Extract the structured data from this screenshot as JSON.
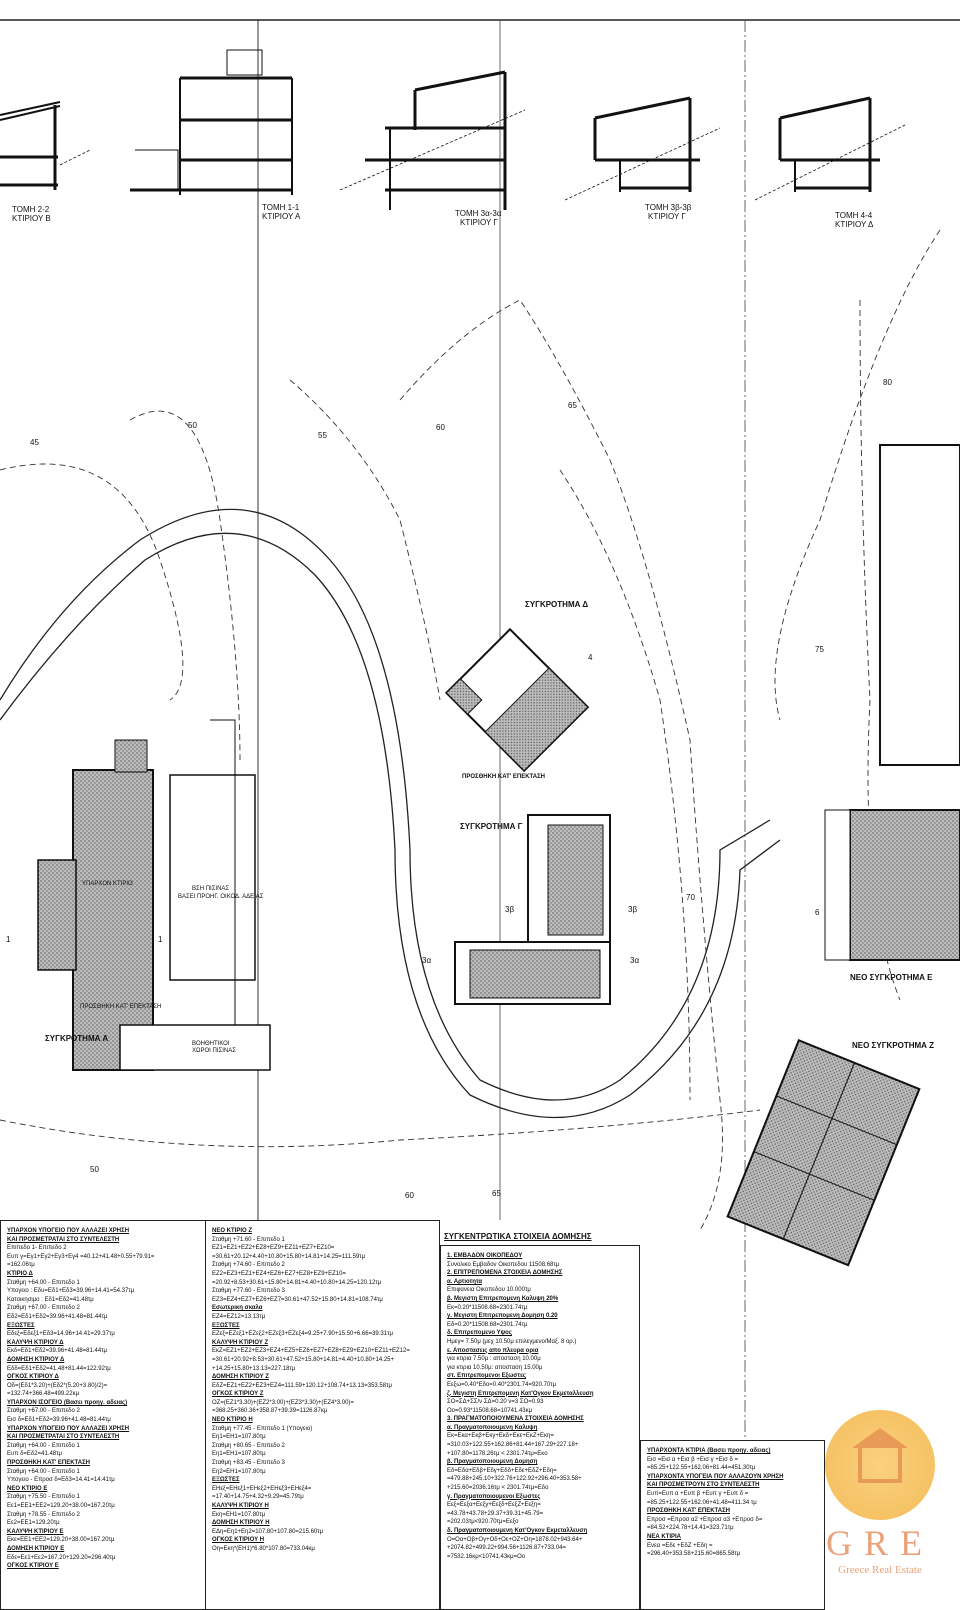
{
  "sections": [
    {
      "title": "ΤΟΜΗ 2-2",
      "sub": "ΚΤΙΡΙΟΥ Β"
    },
    {
      "title": "ΤΟΜΗ 1-1",
      "sub": "ΚΤΙΡΙΟΥ Α"
    },
    {
      "title": "ΤΟΜΗ 3α-3α",
      "sub": "ΚΤΙΡΙΟΥ Γ"
    },
    {
      "title": "ΤΟΜΗ 3β-3β",
      "sub": "ΚΤΙΡΙΟΥ Γ"
    },
    {
      "title": "ΤΟΜΗ 4-4",
      "sub": "ΚΤΙΡΙΟΥ Δ"
    }
  ],
  "plan": {
    "complex_d": "ΣΥΓΚΡΟΤΗΜΑ Δ",
    "complex_g": "ΣΥΓΚΡΟΤΗΜΑ Γ",
    "complex_a": "ΣΥΓΚΡΟΤΗΜΑ Α",
    "complex_e": "ΝΕΟ ΣΥΓΚΡΟΤΗΜΑ Ε",
    "complex_z": "ΝΕΟ ΣΥΓΚΡΟΤΗΜΑ Ζ",
    "pool": "ΒΣΗ ΠΙΣΙΝΑΣ",
    "pool_sub": "ΒΑΣΕΙ ΠΡΟΗΓ. ΟΙΚΟΔ. ΑΔΕΙΑΣ",
    "pool_aux": "ΒΟΗΘΗΤΙΚΟΙ",
    "pool_aux_sub": "ΧΩΡΟΙ ΠΙΣΙΝΑΣ",
    "addition_d": "ΠΡΟΣΘΗΚΗ ΚΑΤ' ΕΠΕΚΤΑΣΗ",
    "addition_a": "ΠΡΟΣΘΗΚΗ ΚΑΤ' ΕΠΕΚΤΑΣΗ",
    "existing_a": "ΥΠΑΡΧΟΝ ΚΤΙΡΙΟ",
    "contours": [
      "45",
      "50",
      "55",
      "60",
      "65",
      "70",
      "75",
      "80"
    ],
    "marks": [
      "1",
      "1",
      "3α",
      "3α",
      "3β",
      "3β",
      "4",
      "6"
    ]
  },
  "left_table": {
    "col1": [
      {
        "h": "ΥΠΑΡΧΟΝ ΥΠΟΓΕΙΟ ΠΟΥ ΑΛΛΑΖΕΙ ΧΡΗΣΗ"
      },
      {
        "h": "ΚΑΙ ΠΡΟΣΜΕΤΡΑΤΑΙ ΣΤΟ ΣΥΝΤΕΛΕΣΤΗ"
      },
      {
        "t": "Επιπεδο 1- Επιπεδο 2"
      },
      {
        "t": "Ευπ γ=Εγ1+Εγ2+Εγ3+Εγ4 =40.12+41.48+0.55+79.91="
      },
      {
        "t": "=162.06τμ"
      },
      {
        "h": "ΚΤΙΡΙΟ Δ"
      },
      {
        "t": "Σταθμη +64.00 - Επιπεδο 1"
      },
      {
        "t": "Υπογειο : Εδυ=Εδ1+Εδ3=39.96+14.41=54.37τμ"
      },
      {
        "t": "Κατοικησιμο : Εδ1=Εδ2=41.48τμ"
      },
      {
        "t": "Σταθμη +67.00 - Επιπεδο 2"
      },
      {
        "t": "Εδ2=Εδ1+Εδ2=39.96+41.48=81.44τμ"
      },
      {
        "h": "ΕΞΩΣΤΕΣ"
      },
      {
        "t": "Εδεξ=Εδεξ1+Εδ3=14.96+14.41=29.37τμ"
      },
      {
        "h": "ΚΑΛΥΨΗ ΚΤΙΡΙΟΥ Δ"
      },
      {
        "t": "Εκδ=Εδ1+Εδ2=39.96+41.48=81.44τμ"
      },
      {
        "h": "ΔΟΜΗΣΗ ΚΤΙΡΙΟΥ Δ"
      },
      {
        "t": "Εδδ=Εδ1+Εδ2=41.48+81.44=122.92τμ"
      },
      {
        "h": "ΟΓΚΟΣ ΚΤΙΡΙΟΥ Δ"
      },
      {
        "t": "Οδ=(Εδ1*3.20)+(Εδ2*(5.20+3.80)/2)="
      },
      {
        "t": "=132.74+366.48=499.22κμ"
      },
      {
        "h": "ΥΠΑΡΧΟΝ ΙΣΟΓΕΙΟ (Βασει προηγ. αδειας)"
      },
      {
        "t": "Σταθμη +67.00 - Επιπεδο 2"
      },
      {
        "t": "Εισ δ=Εδ1+Εδ2=39.96+41.48=81.44τμ"
      },
      {
        "h": "ΥΠΑΡΧΟΝ ΥΠΟΓΕΙΟ ΠΟΥ ΑΛΛΑΖΕΙ ΧΡΗΣΗ"
      },
      {
        "h": "ΚΑΙ ΠΡΟΣΜΕΤΡΑΤΑΙ ΣΤΟ ΣΥΝΤΕΛΕΣΤΗ"
      },
      {
        "t": "Σταθμη +64.00 - Επιπεδο 1"
      },
      {
        "t": "Ευπ δ=Εδ2=41.48τμ"
      },
      {
        "h": "ΠΡΟΣΘΗΚΗ ΚΑΤ' ΕΠΕΚΤΑΣΗ"
      },
      {
        "t": "Σταθμη +64.00 - Επιπεδο 1"
      },
      {
        "t": "Υπογειο - Επροσ δ=Εδ3=14.41=14.41τμ"
      },
      {
        "h": "ΝΕΟ ΚΤΙΡΙΟ Ε"
      },
      {
        "t": "Σταθμη +75.50 - Επιπεδο 1"
      },
      {
        "t": "Εε1=ΕΕ1+ΕΕ2=129.20+38.00=167.20τμ"
      },
      {
        "t": "Σταθμη +78.55 - Επιπεδο 2"
      },
      {
        "t": "Εε2=ΕΕ1=129.20τμ"
      },
      {
        "h": "ΚΑΛΥΨΗ ΚΤΙΡΙΟΥ Ε"
      },
      {
        "t": "Εκε=ΕΕ1+ΕΕ2=129.20+38.00=167.20τμ"
      },
      {
        "h": "ΔΟΜΗΣΗ ΚΤΙΡΙΟΥ Ε"
      },
      {
        "t": "Εδε=Εε1+Εε2=167.20+129.20=296.40τμ"
      },
      {
        "h": "ΟΓΚΟΣ ΚΤΙΡΙΟΥ Ε"
      }
    ],
    "col2": [
      {
        "h": "ΝΕΟ ΚΤΙΡΙΟ Ζ"
      },
      {
        "t": "Σταθμη +71.60 - Επιπεδο 1"
      },
      {
        "t": "ΕΖ1=ΕΖ1+ΕΖ2+ΕΖ8+ΕΖ9+ΕΖ11+ΕΖ7+ΕΖ10="
      },
      {
        "t": "=30.61+20.12+4.40+10.80+15.80+14.81+14.25=111.59τμ"
      },
      {
        "t": "Σταθμη +74.60 - Επιπεδο 2"
      },
      {
        "t": "ΕΖ2=ΕΖ3+ΕΖ1+ΕΖ4+ΕΖ6+ΕΖ7+ΕΖ8+ΕΖ9+ΕΖ10="
      },
      {
        "t": "=20.92+8.53+30.61+15.80+14.81+4.40+10.80+14.25=120.12τμ"
      },
      {
        "t": "Σταθμη +77.60 - Επιπεδο 3"
      },
      {
        "t": "ΕΖ3=ΕΖ4+ΕΖ7+ΕΖ6+ΕΖ7=30.61+47.52+15.80+14.81=108.74τμ"
      },
      {
        "h": "Εσωτερικη σκαλα"
      },
      {
        "t": "ΕΖ4=ΕΖ12=13.13τμ"
      },
      {
        "h": "ΕΞΩΣΤΕΣ"
      },
      {
        "t": "ΕΖεξ=ΕΖεξ1+ΕΖεξ2+ΕΖεξ3+ΕΖεξ4=9.25+7.90+15.50+6.66=39.31τμ"
      },
      {
        "h": "ΚΑΛΥΨΗ ΚΤΙΡΙΟΥ Ζ"
      },
      {
        "t": "ΕκΖ=ΕΖ1+ΕΖ2+ΕΖ3+ΕΖ4+ΕΖ5+ΕΖ6+ΕΖ7+ΕΖ8+ΕΖ9+ΕΖ10+ΕΖ11+ΕΖ12="
      },
      {
        "t": "=30.61+20.92+8.53+30.61+47.52+15.80+14.81+4.40+10.80+14.25+"
      },
      {
        "t": "+14.25+15.80+13.13=227.18τμ"
      },
      {
        "h": "ΔΟΜΗΣΗ ΚΤΙΡΙΟΥ Ζ"
      },
      {
        "t": "ΕδΖ=ΕΖ1+ΕΖ2+ΕΖ3+ΕΖ4=111.59+120.12+108.74+13.13=353.58τμ"
      },
      {
        "h": "ΟΓΚΟΣ ΚΤΙΡΙΟΥ Ζ"
      },
      {
        "t": "ΟΖ=(ΕΖ1*3.30)+(ΕΖ2*3.00)+(ΕΖ3*3.30)+(ΕΖ4*3.00)="
      },
      {
        "t": "=368.25+360.36+358.87+39.39=1126.87κμ"
      },
      {
        "t": " "
      },
      {
        "h": "ΝΕΟ ΚΤΙΡΙΟ Η"
      },
      {
        "t": "Σταθμη +77.45 - Επιπεδο 1 (Υπογειο)"
      },
      {
        "t": "Εη1=ΕΗ1=107.80τμ"
      },
      {
        "t": "Σταθμη +80.65 - Επιπεδο 2"
      },
      {
        "t": "Εη1=ΕΗ1=107.80τμ"
      },
      {
        "t": "Σταθμη +83.45 - Επιπεδο 3"
      },
      {
        "t": "Εη2=ΕΗ1=107.80τμ"
      },
      {
        "h": "ΕΞΩΣΤΕΣ"
      },
      {
        "t": "ΕΗεξ=ΕΗεξ1+ΕΗεξ2+ΕΗεξ3+ΕΗεξ4="
      },
      {
        "t": "=17.40+14.75+4.32+9.29=45.79τμ"
      },
      {
        "h": "ΚΑΛΥΨΗ ΚΤΙΡΙΟΥ Η"
      },
      {
        "t": "Εκη=ΕΗ1=107.80τμ"
      },
      {
        "h": "ΔΟΜΗΣΗ ΚΤΙΡΙΟΥ Η"
      },
      {
        "t": "ΕΔη=Εη1+Εη2=107.80+107.80=215.60τμ"
      },
      {
        "h": "ΟΓΚΟΣ ΚΤΙΡΙΟΥ Η"
      },
      {
        "t": "Οη=Εκη*(ΕΗ1)*6.80*107.80=733.04κμ"
      }
    ]
  },
  "summary": {
    "title": "ΣΥΓΚΕΝΤΡΩΤΙΚΑ ΣΤΟΙΧΕΙΑ ΔΟΜΗΣΗΣ",
    "lines": [
      {
        "h": "1. ΕΜΒΑΔΟΝ ΟΙΚΟΠΕΔΟΥ"
      },
      {
        "t": "Συνολικο Εμβαδον Οικοπεδου 11508.68τμ"
      },
      {
        "h": "2. ΕΠΙΤΡΕΠΟΜΕΝΑ ΣΤΟΙΧΕΙΑ ΔΟΜΗΣΗΣ"
      },
      {
        "h": "α. Αρτιοτητα"
      },
      {
        "t": "Επιφανεια Οικοπεδου 10.000τμ"
      },
      {
        "h": "β. Μεγιστη Επιτρεπομενη Καλυψη 20%"
      },
      {
        "t": "Εκ=0.20*11508.68=2301.74τμ"
      },
      {
        "h": "γ. Μεγιστη Επιτρεπομενη Δομηση 0.20"
      },
      {
        "t": "Εδ=0.20*11508.68=2301.74τμ"
      },
      {
        "h": "δ. Επιτρεπομενο Υψος"
      },
      {
        "t": "Hμεγ= 7.50μ (μεχ 10.50μ επιλεγμενο/Μαξ. 8 ορ.)"
      },
      {
        "h": "ε. Αποστασεις απο πλευρα ορια"
      },
      {
        "t": "για κτιρια 7.50μ : αποσταση 10.00μ"
      },
      {
        "t": "για κτιρια 10.50μ: αποσταση 15.00μ"
      },
      {
        "h": "στ. Επιτρεπομενοι Εξωστες"
      },
      {
        "t": "Εεξω=0.40*Εδο=0.40*2301.74=920.70τμ"
      },
      {
        "h": "ζ. Μεγιστη Επιτρεπομενη Κατ'Ογκον Εκμεταλλευση"
      },
      {
        "t": "ΣΟ=ΣΔ+ΣΣ/ν  ΣΔ=0.20  ν=3  ΣΟ=0.93"
      },
      {
        "t": "Οο=0.93*11508.68=10741.43κμ"
      },
      {
        "h": "3. ΠΡΑΓΜΑΤΟΠΟΙΟΥΜΕΝΑ ΣΤΟΙΧΕΙΑ ΔΟΜΗΣΗΣ"
      },
      {
        "h": "α. Πραγματοποιουμενη Καλυψη"
      },
      {
        "t": "Εκ=Εκα+Εκβ+Εκγ+Εκδ+Εκε+ΕκΖ+Εκη="
      },
      {
        "t": "=310.03+122.55+162.86+81.44+167.29+227.18+"
      },
      {
        "t": "+107.80=1178.26τμ < 2301.74τμ=Εκο"
      },
      {
        "h": "β. Πραγματοποιουμενη Δομηση"
      },
      {
        "t": "Εδ=Εδα+Εδβ+Εδγ+Εδδ+Εδε+ΕδΖ+Εδη="
      },
      {
        "t": "=479.88+245.10+322.76+122.92+296.40+353.58+"
      },
      {
        "t": "+215.60=2036.16τμ < 2301.74τμ=Εδο"
      },
      {
        "h": "γ. Πραγματοποιουμενοι Εξωστες"
      },
      {
        "t": "Εεξ=Εεξα+Εεξγ+Εεξδ+ΕεξΖ+Εεξη="
      },
      {
        "t": "=43.78+43.78+29.37+39.31+45.79="
      },
      {
        "t": "=202.03τμ<920.70τμ=Εεξο"
      },
      {
        "h": "δ. Πραγματοποιουμενη Κατ'Ογκον Εκμεταλλευση"
      },
      {
        "t": "Ο=Οα+Οβ+Ογ+Οδ+Οε+ΟΖ+Οη=1878.02+943.64+"
      },
      {
        "t": "+2074.82+499.22+994.56+1126.87+733.04="
      },
      {
        "t": "=7532.16κμ<10741.43κμ=Οο"
      }
    ]
  },
  "right_table": {
    "lines": [
      {
        "h": "ΥΠΑΡΧΟΝΤΑ ΚΤΙΡΙΑ (Βασει προηγ. αδειας)"
      },
      {
        "t": "Εισ =Εισ α +Εισ β +Εισ γ +Εισ δ ="
      },
      {
        "t": "=85.25+122.55+162.06+81.44=451.30τμ"
      },
      {
        "h": "ΥΠΑΡΧΟΝΤΑ ΥΠΟΓΕΙΑ ΠΟΥ ΑΛΛΑΖΟΥΝ ΧΡΗΣΗ"
      },
      {
        "h": "ΚΑΙ ΠΡΟΣΜΕΤΡΟΥΝ ΣΤΟ ΣΥΝΤΕΛΕΣΤΗ"
      },
      {
        "t": "Ευπ=Ευπ α +Ευπ β +Ευπ γ +Ευπ δ ="
      },
      {
        "t": "=85.25+122.55+162.06+41.48=411.34 τμ"
      },
      {
        "h": "ΠΡΟΣΘΗΚΗ ΚΑΤ' ΕΠΕΚΤΑΣΗ"
      },
      {
        "t": "Επροσ =Επροσ α2 +Επροσ α3 +Επροσ δ="
      },
      {
        "t": "=84.52+224.78+14.41=323.71τμ"
      },
      {
        "h": "ΝΕΑ ΚΤΙΡΙΑ"
      },
      {
        "t": "Ενεα =Εδε +ΕδΖ +Εδη ="
      },
      {
        "t": "=296.40+353.58+215.60=865.58τμ"
      }
    ]
  },
  "logo": {
    "brand": "GRE",
    "tagline": "Greece Real Estate"
  },
  "colors": {
    "ink": "#111111",
    "hatch": "#8a8a8a",
    "logo_orange": "#f5b84a",
    "logo_text": "#e9a27a"
  }
}
